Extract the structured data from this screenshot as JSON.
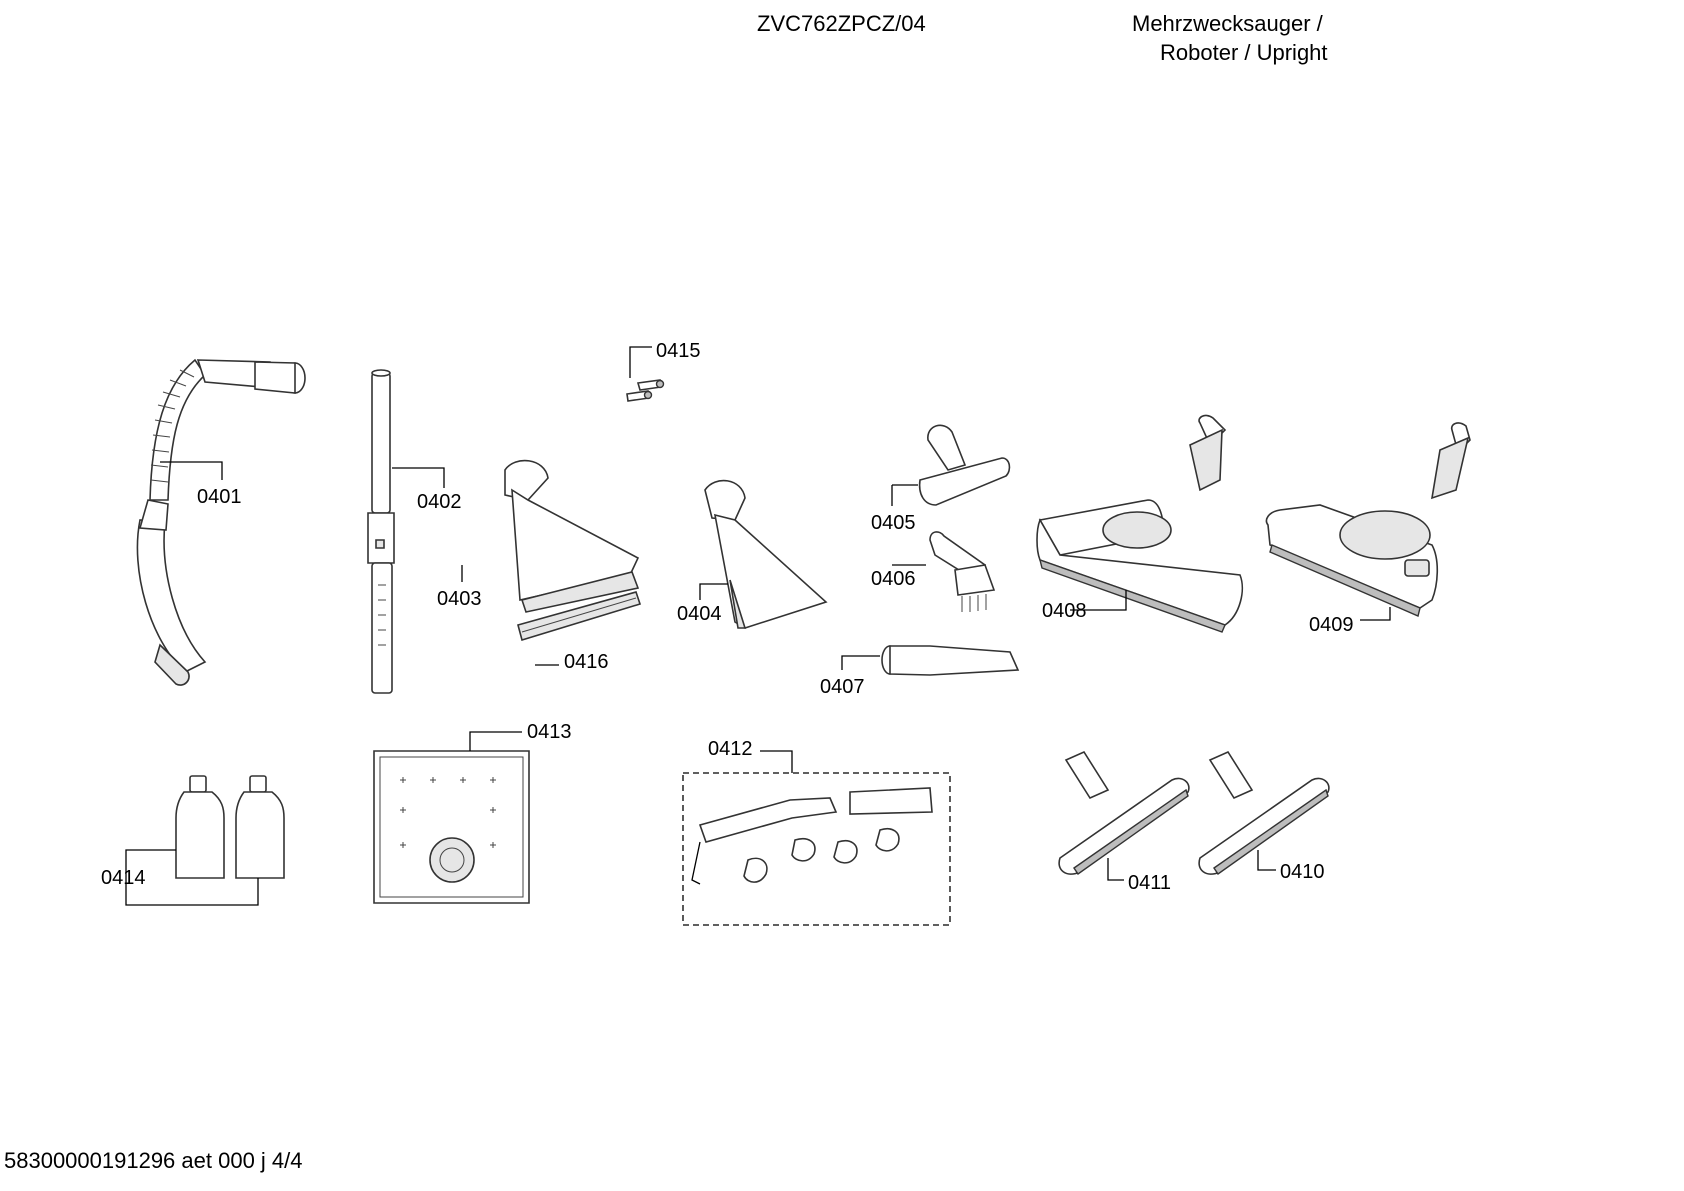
{
  "header": {
    "model": "ZVC762ZPCZ/04",
    "category_line1": "Mehrzwecksauger /",
    "category_line2": "Roboter / Upright"
  },
  "footer": {
    "doc_id": "58300000191296 aet 000 j 4/4"
  },
  "parts": [
    {
      "id": "p0401",
      "label": "0401",
      "icon": "flexible-hose"
    },
    {
      "id": "p0402",
      "label": "0402",
      "icon": "telescopic-tube"
    },
    {
      "id": "p0403",
      "label": "0403",
      "icon": "upholstery-nozzle"
    },
    {
      "id": "p0404",
      "label": "0404",
      "icon": "wide-nozzle"
    },
    {
      "id": "p0405",
      "label": "0405",
      "icon": "small-floor-nozzle"
    },
    {
      "id": "p0406",
      "label": "0406",
      "icon": "brush-nozzle"
    },
    {
      "id": "p0407",
      "label": "0407",
      "icon": "crevice-nozzle"
    },
    {
      "id": "p0408",
      "label": "0408",
      "icon": "turbo-floor-nozzle"
    },
    {
      "id": "p0409",
      "label": "0409",
      "icon": "floor-nozzle"
    },
    {
      "id": "p0410",
      "label": "0410",
      "icon": "parquet-nozzle"
    },
    {
      "id": "p0411",
      "label": "0411",
      "icon": "parquet-nozzle"
    },
    {
      "id": "p0412",
      "label": "0412",
      "icon": "hose-set"
    },
    {
      "id": "p0413",
      "label": "0413",
      "icon": "filter-mat"
    },
    {
      "id": "p0414",
      "label": "0414",
      "icon": "detergent-bottles"
    },
    {
      "id": "p0415",
      "label": "0415",
      "icon": "pins"
    },
    {
      "id": "p0416",
      "label": "0416",
      "icon": "squeegee-strips"
    }
  ]
}
